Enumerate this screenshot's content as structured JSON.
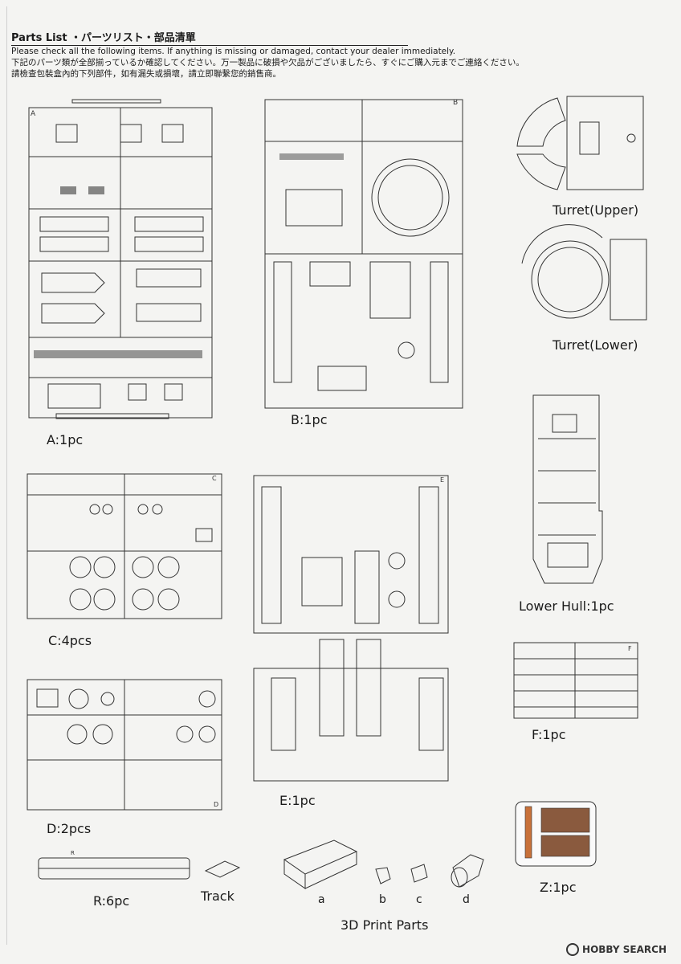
{
  "header": {
    "title": "Parts List ・パーツリスト・部品清單",
    "instruction_en": "Please check all the following items. If anything is missing or damaged, contact your dealer immediately.",
    "instruction_ja": "下記のパーツ類が全部揃っているか確認してください。万一製品に破損や欠品がございましたら、すぐにご購入元までご連絡ください。",
    "instruction_zh": "請檢查包裝盒內的下列部件，如有漏失或損壞，請立即聯繫您的銷售商。"
  },
  "parts": {
    "a": "A:1pc",
    "b": "B:1pc",
    "c": "C:4pcs",
    "d": "D:2pcs",
    "e": "E:1pc",
    "f": "F:1pc",
    "r": "R:6pc",
    "z": "Z:1pc",
    "turret_upper": "Turret(Upper)",
    "turret_lower": "Turret(Lower)",
    "lower_hull": "Lower Hull:1pc",
    "track": "Track"
  },
  "print_parts": {
    "title": "3D Print Parts",
    "labels": [
      "a",
      "b",
      "c",
      "d"
    ]
  },
  "sprue_letters": [
    "A",
    "B",
    "C",
    "D",
    "E",
    "F",
    "R"
  ],
  "watermark": "HOBBY SEARCH"
}
